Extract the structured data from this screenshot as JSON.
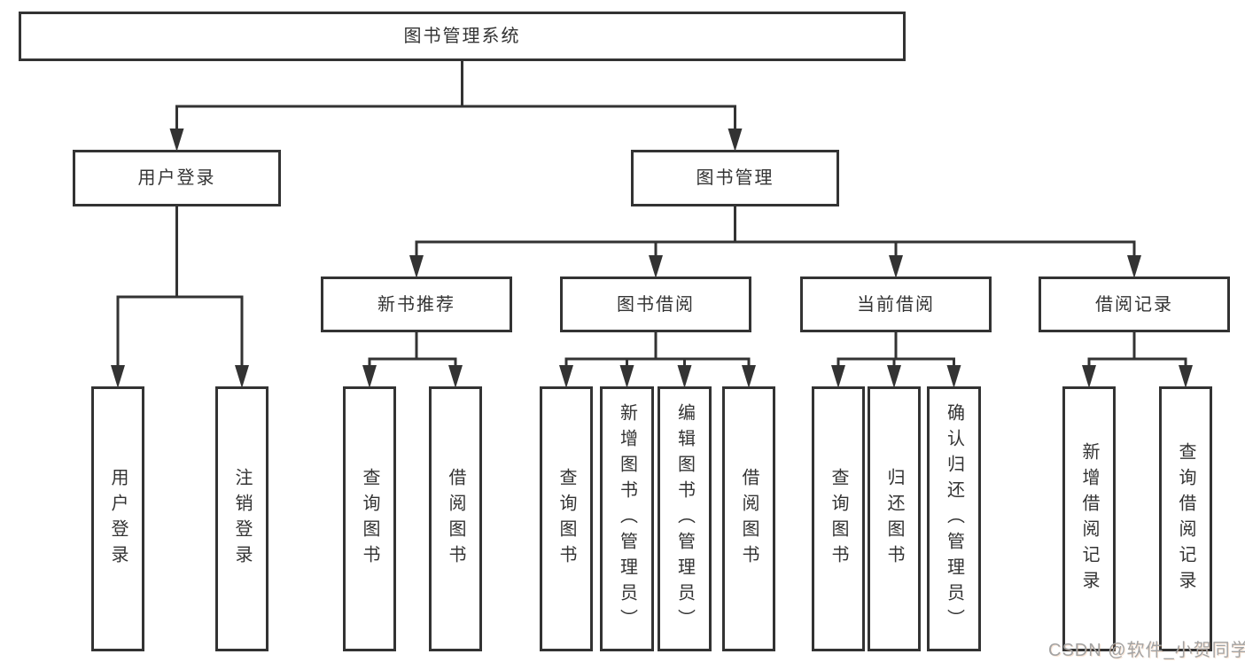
{
  "title": "图书管理系统",
  "watermark": "CSDN @软件_小贺同学",
  "colors": {
    "line": "#333333",
    "box_border": "#333333",
    "text": "#333333",
    "background": "#ffffff",
    "watermark": "#a3a3a3"
  },
  "nodes": [
    {
      "id": "root",
      "label": "图书管理系统",
      "parent": null
    },
    {
      "id": "user-login",
      "label": "用户登录",
      "parent": "root"
    },
    {
      "id": "book-mgmt",
      "label": "图书管理",
      "parent": "root"
    },
    {
      "id": "leaf-user-login",
      "label": "用户登录",
      "parent": "user-login"
    },
    {
      "id": "leaf-logout",
      "label": "注销登录",
      "parent": "user-login"
    },
    {
      "id": "new-rec",
      "label": "新书推荐",
      "parent": "book-mgmt"
    },
    {
      "id": "book-borrow",
      "label": "图书借阅",
      "parent": "book-mgmt"
    },
    {
      "id": "current-borrow",
      "label": "当前借阅",
      "parent": "book-mgmt"
    },
    {
      "id": "borrow-records",
      "label": "借阅记录",
      "parent": "book-mgmt"
    },
    {
      "id": "rec-query",
      "label": "查询图书",
      "parent": "new-rec"
    },
    {
      "id": "rec-borrow",
      "label": "借阅图书",
      "parent": "new-rec"
    },
    {
      "id": "bb-query",
      "label": "查询图书",
      "parent": "book-borrow"
    },
    {
      "id": "bb-add",
      "label": "新增图书（管理员）",
      "parent": "book-borrow"
    },
    {
      "id": "bb-edit",
      "label": "编辑图书（管理员）",
      "parent": "book-borrow"
    },
    {
      "id": "bb-borrow",
      "label": "借阅图书",
      "parent": "book-borrow"
    },
    {
      "id": "cb-query",
      "label": "查询图书",
      "parent": "current-borrow"
    },
    {
      "id": "cb-return",
      "label": "归还图书",
      "parent": "current-borrow"
    },
    {
      "id": "cb-confirm",
      "label": "确认归还（管理员）",
      "parent": "current-borrow"
    },
    {
      "id": "br-add",
      "label": "新增借阅记录",
      "parent": "borrow-records"
    },
    {
      "id": "br-query",
      "label": "查询借阅记录",
      "parent": "borrow-records"
    }
  ]
}
